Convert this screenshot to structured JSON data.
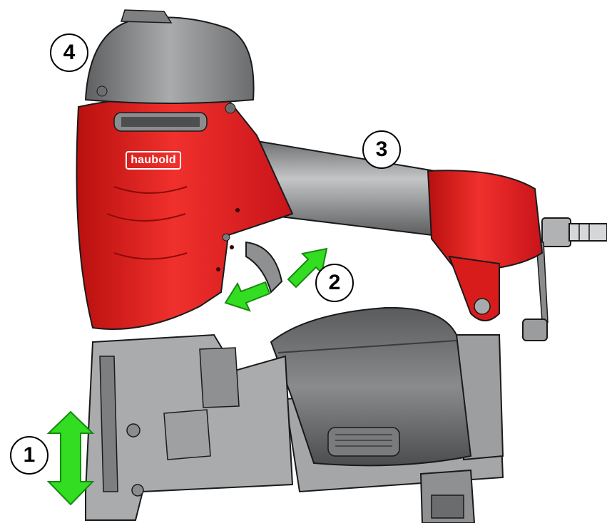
{
  "brand_label": "haubold",
  "callouts": [
    {
      "id": "1",
      "label": "1"
    },
    {
      "id": "2",
      "label": "2"
    },
    {
      "id": "3",
      "label": "3"
    },
    {
      "id": "4",
      "label": "4"
    }
  ],
  "colors": {
    "body_red": "#e8201f",
    "body_red_dark": "#b8100f",
    "housing_gray": "#808285",
    "housing_gray_light": "#b9babc",
    "magazine_gray": "#6d6e70",
    "arrow_green": "#33dd22",
    "outline": "#1a1a1a"
  },
  "icons": [
    "up-down-arrow-icon",
    "trigger-arrow-icon",
    "press-arrow-icon"
  ]
}
